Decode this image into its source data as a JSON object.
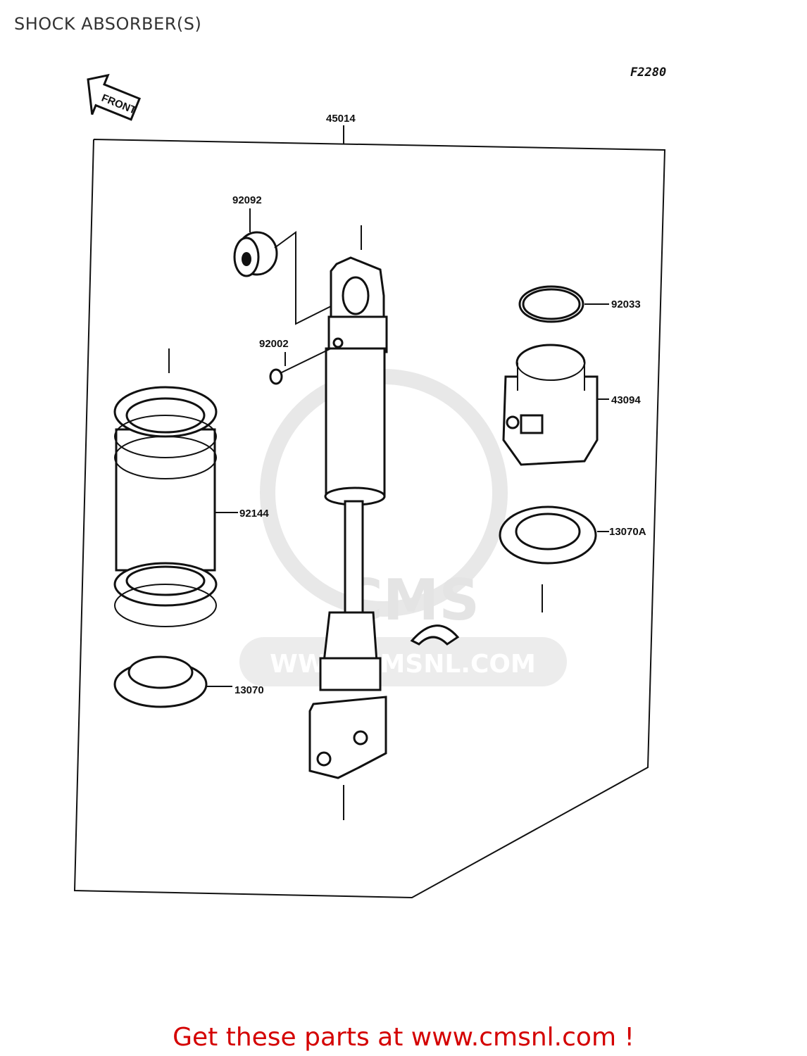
{
  "title": "SHOCK ABSORBER(S)",
  "diagram_code": "F2280",
  "front_label": "FRONT",
  "footer": "Get these parts at www.cmsnl.com !",
  "watermark": {
    "logo": "CMS",
    "url": "WWW.CMSNL.COM"
  },
  "parts": {
    "assembly": "45014",
    "bushing": "92092",
    "screw": "92002",
    "ring": "92033",
    "adjuster": "43094",
    "spring": "92144",
    "seat_lower": "13070",
    "seat_upper": "13070A"
  }
}
